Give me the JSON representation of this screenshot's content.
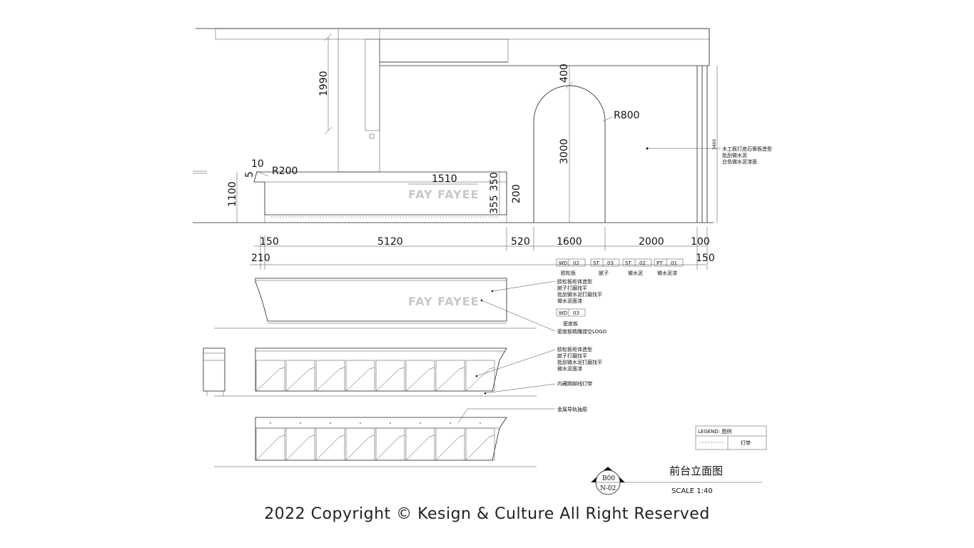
{
  "title": "前台立面图",
  "scale": "SCALE 1:40",
  "sheet": {
    "code": "B00",
    "number": "N-02"
  },
  "footer": "2022 Copyright © Kesign & Culture All Right Reserved",
  "logo_text": "FAY FAYEE",
  "dimensions": {
    "d1990": "1990",
    "d400": "400",
    "d3000": "3000",
    "r800": "R800",
    "d3400": "3400",
    "d10": "10",
    "d5": "5",
    "r200": "R200",
    "d1100": "1100",
    "d1510": "1510",
    "d350": "350",
    "d200": "200",
    "d355": "355",
    "d150a": "150",
    "d5120": "5120",
    "d520": "520",
    "d1600": "1600",
    "d2000": "2000",
    "d100": "100",
    "d210": "210",
    "d150b": "150"
  },
  "wall_note": [
    "木工板打底石膏板造型",
    "批刮微水泥",
    "白色微水泥漆面"
  ],
  "material_tags": [
    {
      "code": "WD",
      "num": "02",
      "name": "欧松板"
    },
    {
      "code": "ST",
      "num": "03",
      "name": "腻子"
    },
    {
      "code": "ST",
      "num": "02",
      "name": "微水泥"
    },
    {
      "code": "PT",
      "num": "01",
      "name": "微水泥漆"
    }
  ],
  "note_front": [
    "欧松板柜体造型",
    "腻子打磨找平",
    "批刮微水泥打磨找平",
    "微水泥面漆"
  ],
  "tag_wd03": {
    "code": "WD",
    "num": "03",
    "name": "密度板"
  },
  "note_logo": "密度板精雕镂空LOGO",
  "note_back": [
    "欧松板柜体造型",
    "腻子打磨找平",
    "批刮微水泥打磨找平",
    "微水泥面漆"
  ],
  "note_led": "内藏踢脚线灯带",
  "note_drawer": "金属导轨抽屉",
  "legend": {
    "title": "LEGEND: 图例",
    "item": "灯带"
  }
}
